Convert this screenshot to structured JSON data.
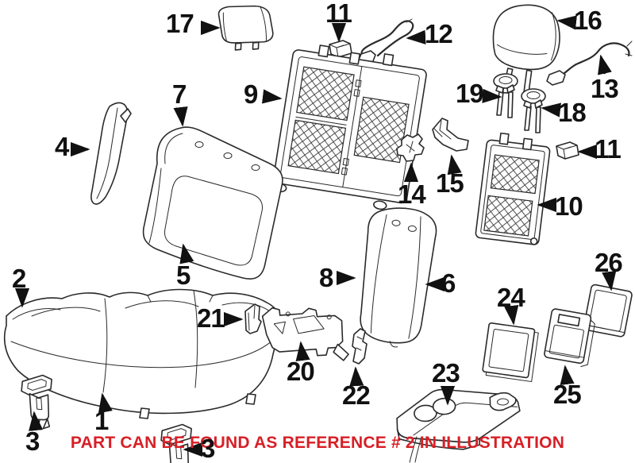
{
  "colors": {
    "notice_red": "#d81f26",
    "line_art": "#2a2a2a",
    "label_text": "#111111",
    "background": "#ffffff"
  },
  "notice": {
    "text": "PART CAN BE FOUND AS REFERENCE # 2 IN ILLUSTRATION"
  },
  "callouts": [
    {
      "label": "17"
    },
    {
      "label": "11"
    },
    {
      "label": "12"
    },
    {
      "label": "16"
    },
    {
      "label": "13"
    },
    {
      "label": "9"
    },
    {
      "label": "7"
    },
    {
      "label": "4"
    },
    {
      "label": "19"
    },
    {
      "label": "18"
    },
    {
      "label": "14"
    },
    {
      "label": "15"
    },
    {
      "label": "10"
    },
    {
      "label": "11"
    },
    {
      "label": "5"
    },
    {
      "label": "8"
    },
    {
      "label": "6"
    },
    {
      "label": "26"
    },
    {
      "label": "24"
    },
    {
      "label": "2"
    },
    {
      "label": "21"
    },
    {
      "label": "20"
    },
    {
      "label": "22"
    },
    {
      "label": "25"
    },
    {
      "label": "1"
    },
    {
      "label": "3"
    },
    {
      "label": "23"
    },
    {
      "label": "3"
    }
  ]
}
